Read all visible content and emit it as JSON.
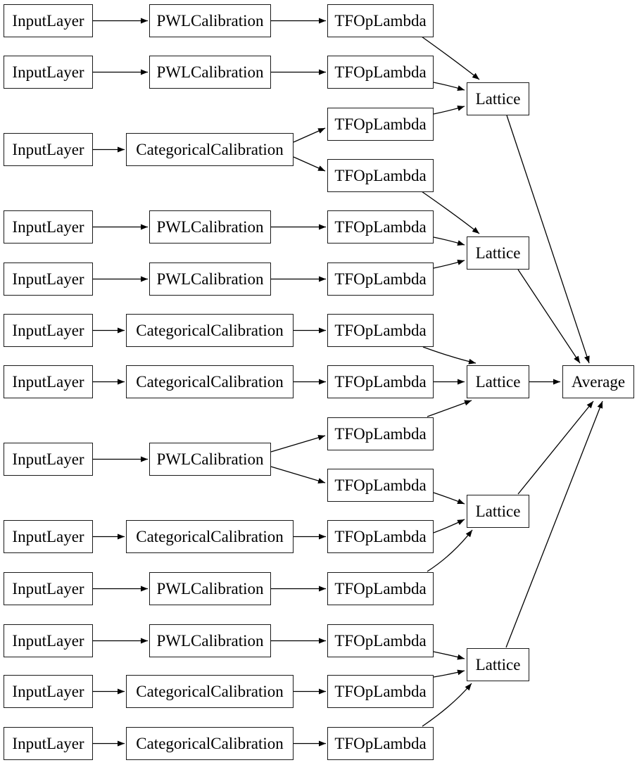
{
  "labels": {
    "input_layer": "InputLayer",
    "pwl_calibration": "PWLCalibration",
    "categorical_calibration": "CategoricalCalibration",
    "tf_op_lambda": "TFOpLambda",
    "lattice": "Lattice",
    "average": "Average"
  },
  "colors": {
    "background": "#ffffff",
    "box_border": "#1a1a1a",
    "box_fill": "#ffffff",
    "edge": "#000000",
    "text": "#000000"
  },
  "graph": {
    "layout": "left-to-right",
    "nodes": [
      {
        "id": "input_1",
        "label": "InputLayer"
      },
      {
        "id": "input_2",
        "label": "InputLayer"
      },
      {
        "id": "input_3",
        "label": "InputLayer"
      },
      {
        "id": "input_4",
        "label": "InputLayer"
      },
      {
        "id": "input_5",
        "label": "InputLayer"
      },
      {
        "id": "input_6",
        "label": "InputLayer"
      },
      {
        "id": "input_7",
        "label": "InputLayer"
      },
      {
        "id": "input_8",
        "label": "InputLayer"
      },
      {
        "id": "input_9",
        "label": "InputLayer"
      },
      {
        "id": "input_10",
        "label": "InputLayer"
      },
      {
        "id": "input_11",
        "label": "InputLayer"
      },
      {
        "id": "input_12",
        "label": "InputLayer"
      },
      {
        "id": "input_13",
        "label": "InputLayer"
      },
      {
        "id": "calib_1",
        "label": "PWLCalibration"
      },
      {
        "id": "calib_2",
        "label": "PWLCalibration"
      },
      {
        "id": "calib_3",
        "label": "CategoricalCalibration"
      },
      {
        "id": "calib_4",
        "label": "PWLCalibration"
      },
      {
        "id": "calib_5",
        "label": "PWLCalibration"
      },
      {
        "id": "calib_6",
        "label": "CategoricalCalibration"
      },
      {
        "id": "calib_7",
        "label": "CategoricalCalibration"
      },
      {
        "id": "calib_8",
        "label": "PWLCalibration"
      },
      {
        "id": "calib_9",
        "label": "CategoricalCalibration"
      },
      {
        "id": "calib_10",
        "label": "PWLCalibration"
      },
      {
        "id": "calib_11",
        "label": "PWLCalibration"
      },
      {
        "id": "calib_12",
        "label": "CategoricalCalibration"
      },
      {
        "id": "calib_13",
        "label": "CategoricalCalibration"
      },
      {
        "id": "tfop_1",
        "label": "TFOpLambda"
      },
      {
        "id": "tfop_2",
        "label": "TFOpLambda"
      },
      {
        "id": "tfop_3",
        "label": "TFOpLambda"
      },
      {
        "id": "tfop_4",
        "label": "TFOpLambda"
      },
      {
        "id": "tfop_5",
        "label": "TFOpLambda"
      },
      {
        "id": "tfop_6",
        "label": "TFOpLambda"
      },
      {
        "id": "tfop_7",
        "label": "TFOpLambda"
      },
      {
        "id": "tfop_8",
        "label": "TFOpLambda"
      },
      {
        "id": "tfop_9",
        "label": "TFOpLambda"
      },
      {
        "id": "tfop_10",
        "label": "TFOpLambda"
      },
      {
        "id": "tfop_11",
        "label": "TFOpLambda"
      },
      {
        "id": "tfop_12",
        "label": "TFOpLambda"
      },
      {
        "id": "tfop_13",
        "label": "TFOpLambda"
      },
      {
        "id": "tfop_14",
        "label": "TFOpLambda"
      },
      {
        "id": "tfop_15",
        "label": "TFOpLambda"
      },
      {
        "id": "lattice_1",
        "label": "Lattice"
      },
      {
        "id": "lattice_2",
        "label": "Lattice"
      },
      {
        "id": "lattice_3",
        "label": "Lattice"
      },
      {
        "id": "lattice_4",
        "label": "Lattice"
      },
      {
        "id": "lattice_5",
        "label": "Lattice"
      },
      {
        "id": "average",
        "label": "Average"
      }
    ],
    "edges": [
      {
        "from": "input_1",
        "to": "calib_1"
      },
      {
        "from": "input_2",
        "to": "calib_2"
      },
      {
        "from": "input_3",
        "to": "calib_3"
      },
      {
        "from": "input_4",
        "to": "calib_4"
      },
      {
        "from": "input_5",
        "to": "calib_5"
      },
      {
        "from": "input_6",
        "to": "calib_6"
      },
      {
        "from": "input_7",
        "to": "calib_7"
      },
      {
        "from": "input_8",
        "to": "calib_8"
      },
      {
        "from": "input_9",
        "to": "calib_9"
      },
      {
        "from": "input_10",
        "to": "calib_10"
      },
      {
        "from": "input_11",
        "to": "calib_11"
      },
      {
        "from": "input_12",
        "to": "calib_12"
      },
      {
        "from": "input_13",
        "to": "calib_13"
      },
      {
        "from": "calib_1",
        "to": "tfop_1"
      },
      {
        "from": "calib_2",
        "to": "tfop_2"
      },
      {
        "from": "calib_3",
        "to": "tfop_3"
      },
      {
        "from": "calib_3",
        "to": "tfop_4"
      },
      {
        "from": "calib_4",
        "to": "tfop_5"
      },
      {
        "from": "calib_5",
        "to": "tfop_6"
      },
      {
        "from": "calib_6",
        "to": "tfop_7"
      },
      {
        "from": "calib_7",
        "to": "tfop_8"
      },
      {
        "from": "calib_8",
        "to": "tfop_9"
      },
      {
        "from": "calib_8",
        "to": "tfop_10"
      },
      {
        "from": "calib_9",
        "to": "tfop_11"
      },
      {
        "from": "calib_10",
        "to": "tfop_12"
      },
      {
        "from": "calib_11",
        "to": "tfop_13"
      },
      {
        "from": "calib_12",
        "to": "tfop_14"
      },
      {
        "from": "calib_13",
        "to": "tfop_15"
      },
      {
        "from": "tfop_1",
        "to": "lattice_1"
      },
      {
        "from": "tfop_2",
        "to": "lattice_1"
      },
      {
        "from": "tfop_3",
        "to": "lattice_1"
      },
      {
        "from": "tfop_4",
        "to": "lattice_2"
      },
      {
        "from": "tfop_5",
        "to": "lattice_2"
      },
      {
        "from": "tfop_6",
        "to": "lattice_2"
      },
      {
        "from": "tfop_7",
        "to": "lattice_3"
      },
      {
        "from": "tfop_8",
        "to": "lattice_3"
      },
      {
        "from": "tfop_9",
        "to": "lattice_3"
      },
      {
        "from": "tfop_10",
        "to": "lattice_4"
      },
      {
        "from": "tfop_11",
        "to": "lattice_4"
      },
      {
        "from": "tfop_12",
        "to": "lattice_4"
      },
      {
        "from": "tfop_13",
        "to": "lattice_5"
      },
      {
        "from": "tfop_14",
        "to": "lattice_5"
      },
      {
        "from": "tfop_15",
        "to": "lattice_5"
      },
      {
        "from": "lattice_1",
        "to": "average"
      },
      {
        "from": "lattice_2",
        "to": "average"
      },
      {
        "from": "lattice_3",
        "to": "average"
      },
      {
        "from": "lattice_4",
        "to": "average"
      },
      {
        "from": "lattice_5",
        "to": "average"
      }
    ]
  }
}
